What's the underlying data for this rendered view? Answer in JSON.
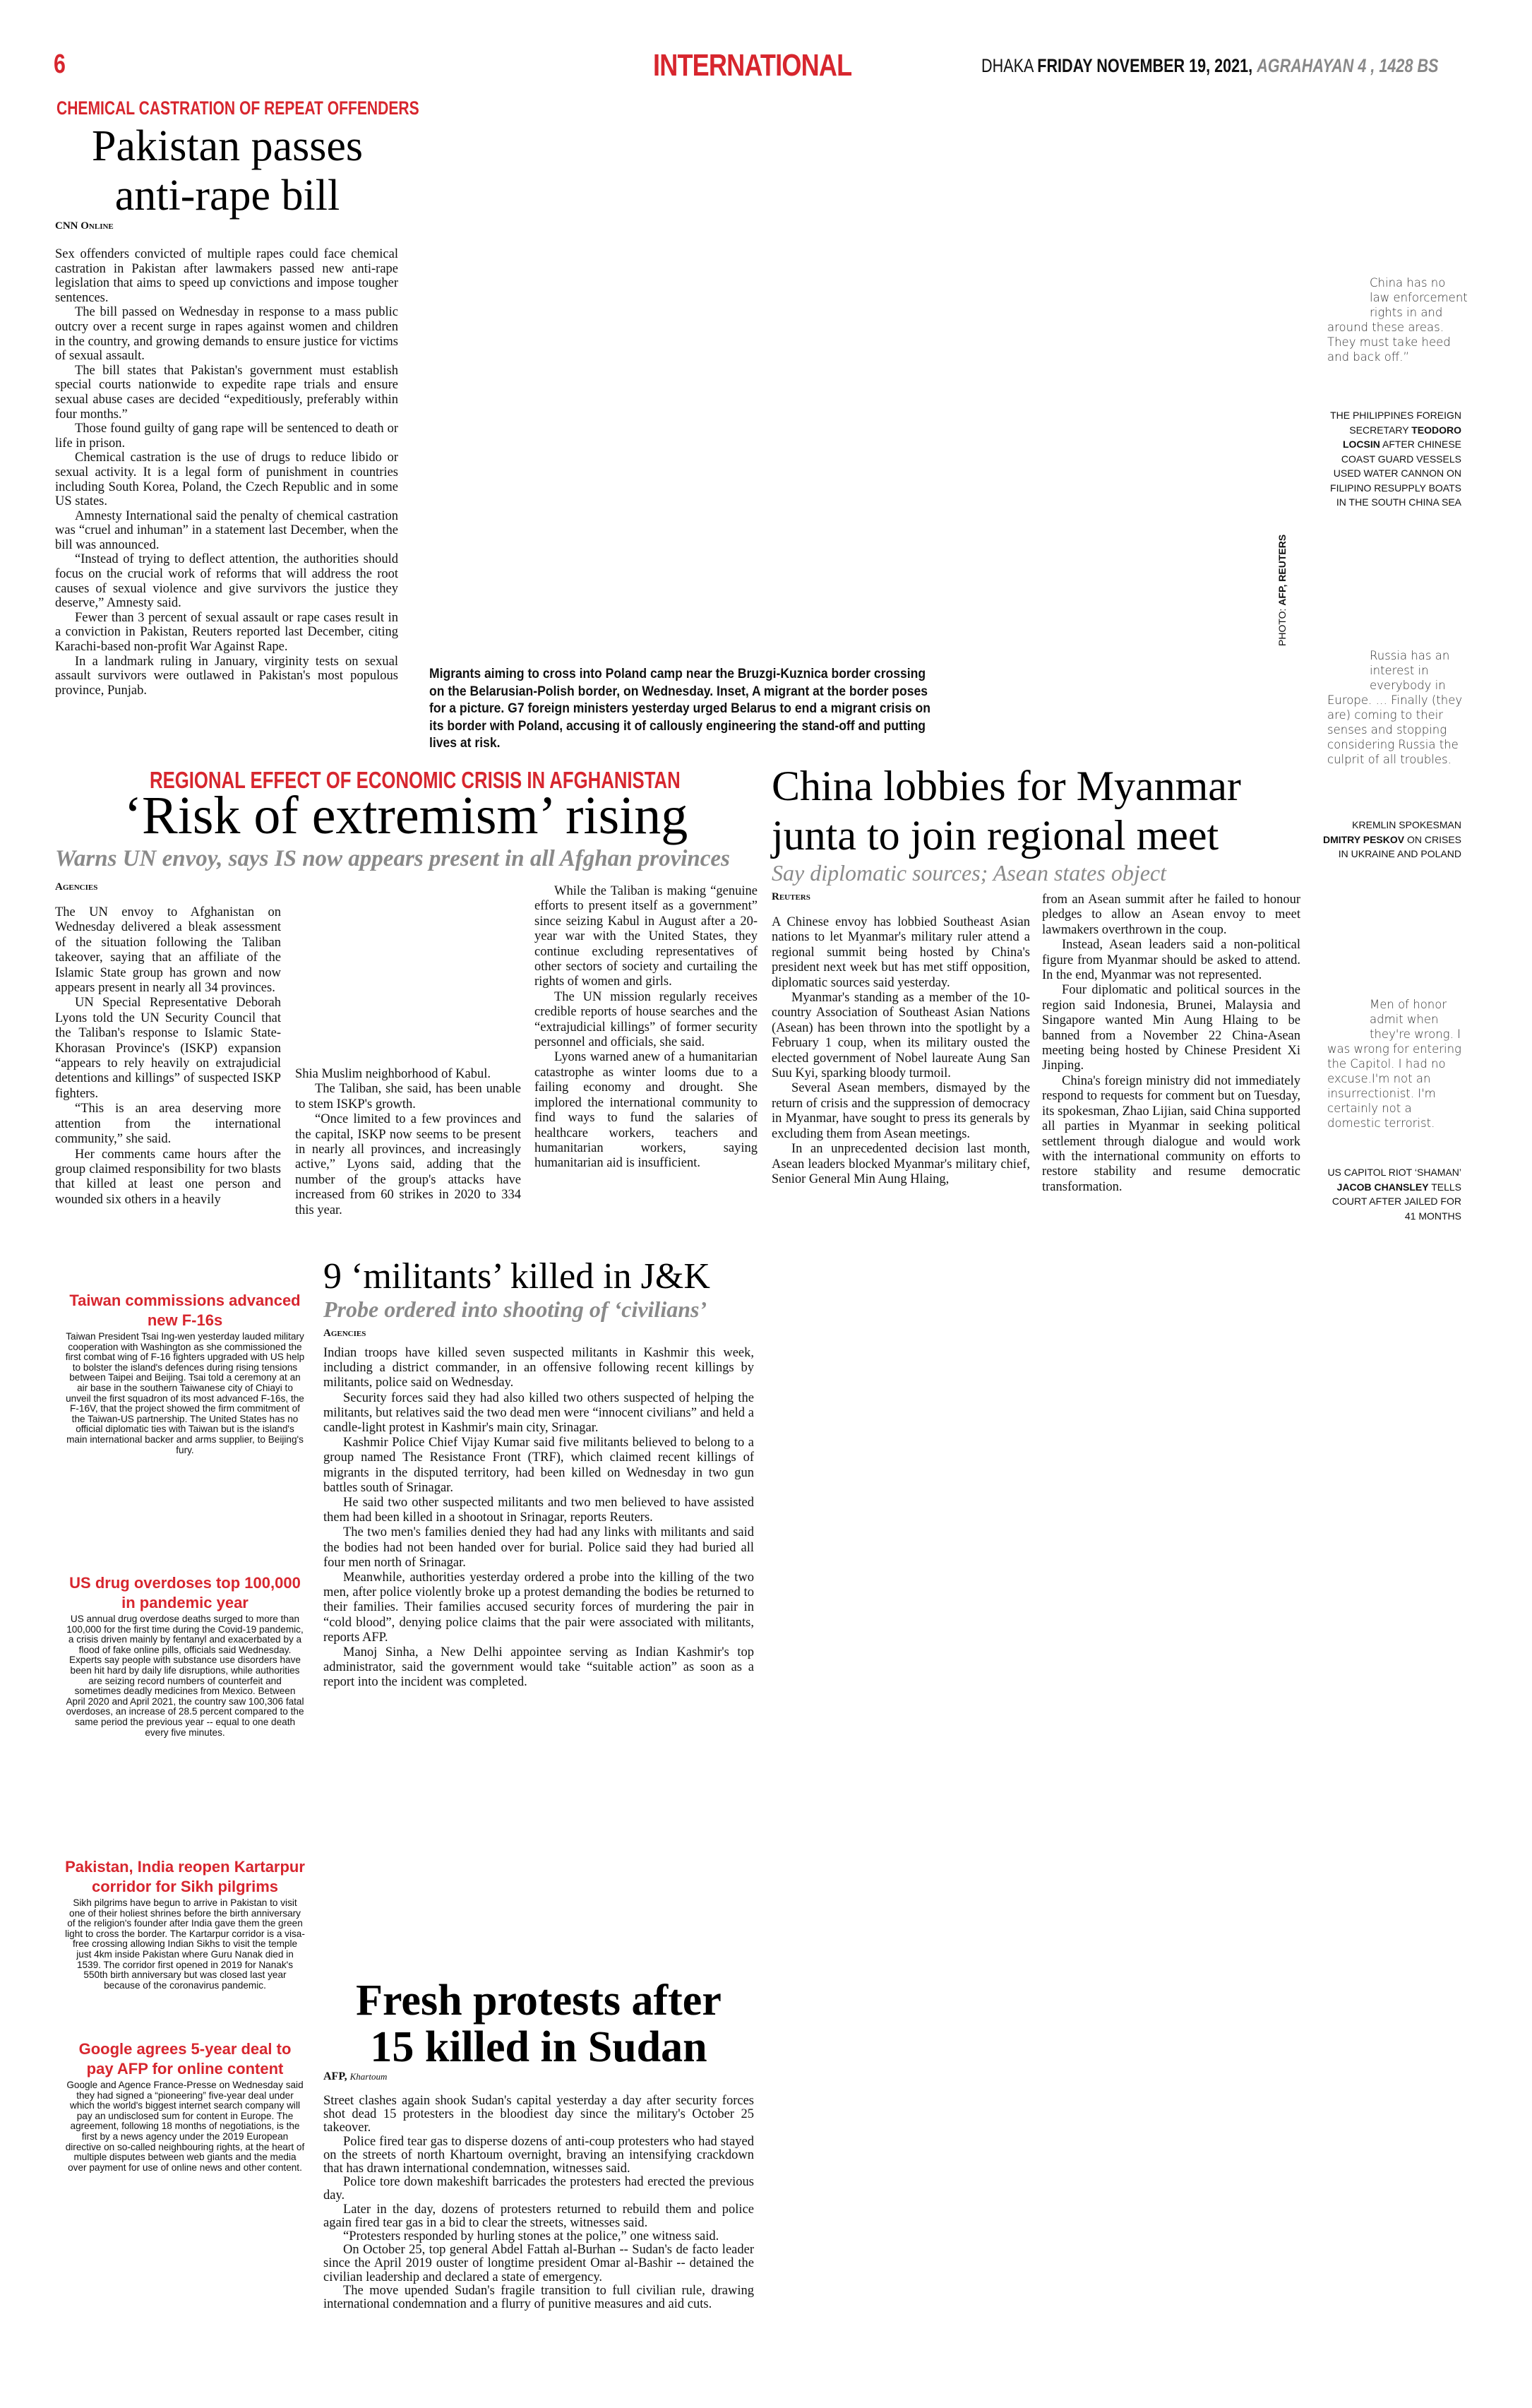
{
  "header": {
    "page_number": "6",
    "section": "INTERNATIONAL",
    "date_city": "DHAKA",
    "date_main": "FRIDAY NOVEMBER 19, 2021,",
    "date_bangla": "AGRAHAYAN 4 , 1428 BS"
  },
  "pakistan": {
    "kicker": "CHEMICAL CASTRATION OF REPEAT OFFENDERS",
    "headline_1": "Pakistan passes",
    "headline_2": "anti-rape bill",
    "byline": "CNN Online",
    "paragraphs": [
      "Sex offenders convicted of multiple rapes could face chemical castration in Pakistan after lawmakers passed new anti-rape legislation that aims to speed up convictions and impose tougher sentences.",
      "The bill passed on Wednesday in response to a mass public outcry over a recent surge in rapes against women and children in the country, and growing demands to ensure justice for victims of sexual assault.",
      "The bill states that Pakistan's government must establish special courts nationwide to expedite rape trials and ensure sexual abuse cases are decided “expeditiously, preferably within four months.”",
      "Those found guilty of gang rape will be sentenced to death or life in prison.",
      "Chemical castration is the use of drugs to reduce libido or sexual activity. It is a legal form of punishment in countries including South Korea, Poland, the Czech Republic and in some US states.",
      "Amnesty International said the penalty of chemical castration was “cruel and inhuman” in a statement last December, when the bill was announced.",
      "“Instead of trying to deflect attention, the authorities should focus on the crucial work of reforms that will address the root causes of sexual violence and give survivors the justice they deserve,” Amnesty said.",
      "Fewer than 3 percent of sexual assault or rape cases result in a conviction in Pakistan, Reuters reported last December, citing Karachi-based non-profit War Against Rape.",
      "In a landmark ruling in January, virginity tests on sexual assault survivors were outlawed in Pakistan's most populous province, Punjab."
    ]
  },
  "photo": {
    "caption": "Migrants aiming to cross into Poland camp near the Bruzgi-Kuznica border crossing on the Belarusian-Polish border, on Wednesday.  Inset, A migrant at the border poses for a picture. G7 foreign ministers yesterday urged Belarus to end a migrant crisis on its border with Poland, accusing it of callously engineering the stand-off and putting lives at risk.",
    "credit_label": "PHOTO: ",
    "credit_source": "AFP, REUTERS"
  },
  "quotes": [
    {
      "text": "China has no law enforcement rights in and around these areas. They must take heed and back off.”",
      "attr_pre": "The Philippines foreign secretary ",
      "attr_name": "Teodoro Locsin",
      "attr_post": " after Chinese coast guard vessels used water cannon on Filipino resupply boats in the South China Sea"
    },
    {
      "text": "Russia has an interest in everybody in Europe. … Finally (they are) coming to their senses and stopping considering Russia the culprit of all troubles.",
      "attr_pre": "Kremlin spokesman ",
      "attr_name": "Dmitry Peskov",
      "attr_post": " on crises in Ukraine and Poland"
    },
    {
      "text": "Men of honor admit when they're wrong. I was wrong for entering the Capitol. I had no excuse.I'm not an insurrectionist. I'm certainly not a domestic terrorist.",
      "attr_pre": "US Capitol riot ‘Shaman’ ",
      "attr_name": "Jacob Chansley",
      "attr_post": " tells court after jailed for 41 months"
    }
  ],
  "afghan": {
    "kicker": "REGIONAL EFFECT OF ECONOMIC  CRISIS IN AFGHANISTAN",
    "headline": "‘Risk of extremism’ rising",
    "subhead": "Warns UN envoy, says IS now appears present in all Afghan provinces",
    "byline": "Agencies",
    "col1": [
      "The UN envoy to Afghanistan on Wednesday delivered a bleak assessment of the situation following the Taliban takeover, saying that an affiliate of the Islamic State group has grown and now appears present in nearly all 34 provinces.",
      "UN Special Representative Deborah Lyons told the UN Security Council that the Taliban's response to Islamic State-Khorasan Province's (ISKP) expansion “appears to rely heavily on extrajudicial detentions and killings” of suspected ISKP fighters.",
      "“This is an area deserving more attention from the international community,” she said.",
      "Her comments came hours after the group claimed responsibility for two blasts that killed at least one person and wounded six others in a heavily"
    ],
    "col2": [
      "Shia Muslim neighborhood of Kabul.",
      "The Taliban, she said, has been unable to stem ISKP's growth.",
      "“Once limited to a few provinces and the capital, ISKP now seems to be present in nearly all provinces, and increasingly active,” Lyons said, adding that the number of the group's attacks have increased from 60 strikes in 2020 to 334 this year."
    ],
    "col3": [
      "While the Taliban is making “genuine efforts to present itself as a government” since seizing Kabul in August after a 20-year war with the United States, they continue excluding representatives of other sectors of society and curtailing the rights of women and girls.",
      "The UN mission regularly receives credible reports of house searches and the “extrajudicial killings” of former security personnel and officials, she said.",
      "Lyons warned anew of a humanitarian catastrophe as winter looms due to a failing economy and drought. She implored the international community to find ways to fund the salaries of healthcare workers, teachers and humanitarian workers, saying humanitarian aid is insufficient."
    ]
  },
  "china": {
    "headline_1": "China lobbies for Myanmar",
    "headline_2": "junta to join regional meet",
    "subhead": "Say diplomatic sources; Asean states object",
    "byline": "Reuters",
    "col1": [
      "A Chinese envoy has lobbied Southeast Asian nations to let Myanmar's military ruler attend a regional summit being hosted by China's president next week but has met stiff opposition, diplomatic sources said yesterday.",
      "Myanmar's standing as a member of the 10-country Association of Southeast Asian Nations (Asean) has been thrown into the spotlight by a February 1 coup, when its military ousted the elected government of Nobel laureate Aung San Suu Kyi, sparking bloody turmoil.",
      "Several Asean members, dismayed by the return of crisis and the suppression of democracy in Myanmar, have sought to press its generals by excluding them from Asean meetings.",
      "In an unprecedented decision last month, Asean leaders blocked Myanmar's military chief, Senior General Min Aung Hlaing,"
    ],
    "col2": [
      "from an Asean summit after he failed to honour pledges to allow an Asean envoy to meet lawmakers overthrown in the coup.",
      "Instead, Asean leaders said a non-political figure from Myanmar should be asked to attend. In the end, Myanmar was not represented.",
      "Four diplomatic and political sources in the region said Indonesia, Brunei, Malaysia and Singapore wanted Min Aung Hlaing to be banned from a November 22 China-Asean meeting being hosted by Chinese President Xi Jinping.",
      "China's foreign ministry did not immediately respond to requests for comment but on Tuesday, its spokesman, Zhao Lijian, said China supported all parties in Myanmar in seeking political settlement through dialogue and would work with the international community on efforts to restore stability and resume democratic transformation."
    ]
  },
  "kashmir": {
    "headline": "9 ‘militants’ killed in J&K",
    "subhead": "Probe ordered into shooting of ‘civilians’",
    "byline": "Agencies",
    "paragraphs": [
      "Indian troops have killed seven suspected militants in Kashmir this week, including a district commander, in an offensive following recent killings by militants, police said on Wednesday.",
      "Security forces said they had also killed two others suspected of helping the militants, but relatives said the two dead men were “innocent civilians” and held a candle-light protest in Kashmir's main city, Srinagar.",
      "Kashmir Police Chief Vijay Kumar said five militants believed to belong to a group named The Resistance Front (TRF), which claimed recent killings of migrants in the disputed territory, had been killed on Wednesday in two gun battles south of Srinagar.",
      "He said two other suspected militants and two men believed to have assisted them had been killed in a shootout in Srinagar, reports Reuters.",
      "The two men's families denied they had had any links with militants and said the bodies had not been handed over for burial. Police said they had buried all four men north of Srinagar.",
      "Meanwhile, authorities yesterday ordered a probe into the killing of the two men, after police violently broke up a protest demanding the bodies be returned to their families. Their families accused security forces of murdering the pair in “cold blood”, denying police claims that the pair were associated with militants, reports AFP.",
      "Manoj Sinha, a New Delhi appointee serving as Indian Kashmir's top administrator, said the government would take “suitable action” as soon as a report into the incident was completed."
    ]
  },
  "briefs": [
    {
      "title": "Taiwan commissions advanced new F-16s",
      "text": "Taiwan President Tsai Ing-wen yesterday lauded military cooperation with Washington as she commissioned the first combat wing of F-16 fighters upgraded with US help to bolster the island's defences during rising tensions between Taipei and Beijing. Tsai told a ceremony at an air base in the southern Taiwanese city of Chiayi to unveil the first squadron of its most advanced F-16s, the F-16V, that the project showed the firm commitment of the Taiwan-US partnership. The United States has no official diplomatic ties with Taiwan but is the island's main international backer and arms supplier, to Beijing's fury."
    },
    {
      "title": "US drug overdoses top 100,000 in pandemic year",
      "text": "US annual drug overdose deaths surged to more than 100,000 for the first time during the Covid-19 pandemic, a crisis driven mainly by fentanyl and exacerbated by a flood of fake online pills, officials said Wednesday. Experts say people with substance use disorders have been hit hard by daily life disruptions, while authorities are seizing record numbers of counterfeit and sometimes deadly medicines from Mexico. Between April 2020 and April 2021, the country saw 100,306 fatal overdoses, an increase of 28.5 percent compared to the same period the previous year -- equal to one death every five minutes."
    },
    {
      "title": "Pakistan, India reopen Kartarpur corridor for Sikh pilgrims",
      "text": "Sikh pilgrims have begun to arrive in Pakistan to visit one of their holiest shrines before the birth anniversary of the religion's founder after India gave them the green light to cross the border. The Kartarpur corridor is a visa-free crossing allowing Indian Sikhs to visit the temple just 4km inside Pakistan where Guru Nanak died in 1539. The corridor first opened in 2019 for Nanak's 550th birth anniversary but was closed last year because of the coronavirus pandemic."
    },
    {
      "title": "Google agrees 5-year deal to pay AFP for online content",
      "text": "Google and Agence France-Presse on Wednesday said they had signed a “pioneering” five-year deal under which the world's biggest internet search company will pay an undisclosed sum for content in Europe. The agreement, following 18 months of negotiations, is the first by a news agency under the 2019 European directive on so-called neighbouring rights, at the heart of multiple disputes between web giants and the media over payment for use of online news and other content."
    }
  ],
  "sudan": {
    "headline_1": "Fresh protests after",
    "headline_2": "15 killed in Sudan",
    "byline_agency": "AFP,",
    "byline_place": "Khartoum",
    "paragraphs": [
      "Street clashes again shook Sudan's capital yesterday a day after security forces shot dead 15 protesters in the bloodiest day since the military's October 25 takeover.",
      "Police fired tear gas to disperse dozens of anti-coup protesters who had stayed on the streets of north Khartoum overnight, braving an intensifying crackdown that has drawn international condemnation, witnesses said.",
      "Police tore down makeshift barricades the protesters had erected the previous day.",
      "Later in the day, dozens of protesters returned to rebuild them and police again fired tear gas in a bid to clear the streets, witnesses said.",
      "“Protesters responded by hurling stones at the police,” one witness said.",
      "On October 25, top general Abdel Fattah al-Burhan -- Sudan's de facto leader since the April 2019 ouster of longtime president Omar al-Bashir -- detained the civilian leadership and declared a state of emergency.",
      "The move upended Sudan's fragile transition to full civilian rule, drawing international condemnation and a flurry of punitive measures and aid cuts."
    ]
  }
}
